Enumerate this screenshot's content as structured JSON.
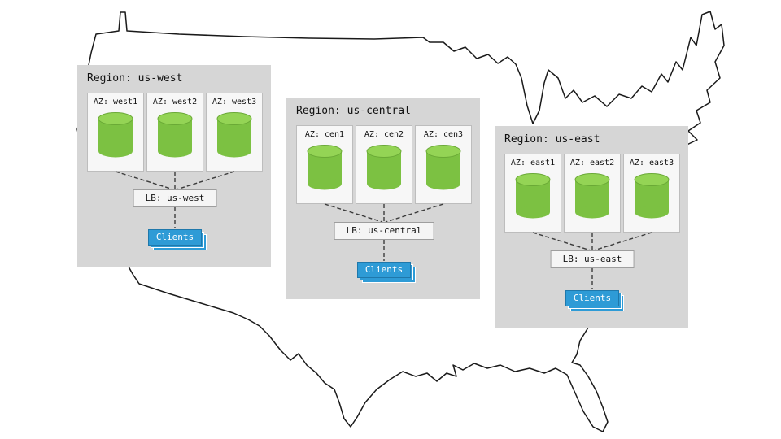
{
  "colors": {
    "region-bg": "#d6d6d6",
    "az-bg": "#f7f7f7",
    "az-border": "#bdbdbd",
    "cylinder-body": "#7cc142",
    "cylinder-top": "#94d455",
    "cylinder-edge": "#6aa936",
    "lb-bg": "#f5f5f5",
    "lb-border": "#9e9e9e",
    "clients-bg": "#2e9bd6",
    "clients-border": "#1f78ab",
    "line": "#3c3c3c",
    "map-stroke": "#1a1a1a"
  },
  "regions": [
    {
      "title": "Region: us-west",
      "azs": [
        "AZ: west1",
        "AZ: west2",
        "AZ: west3"
      ],
      "lb": "LB: us-west",
      "clients": "Clients"
    },
    {
      "title": "Region: us-central",
      "azs": [
        "AZ: cen1",
        "AZ: cen2",
        "AZ: cen3"
      ],
      "lb": "LB: us-central",
      "clients": "Clients"
    },
    {
      "title": "Region: us-east",
      "azs": [
        "AZ: east1",
        "AZ: east2",
        "AZ: east3"
      ],
      "lb": "LB: us-east",
      "clients": "Clients"
    }
  ]
}
